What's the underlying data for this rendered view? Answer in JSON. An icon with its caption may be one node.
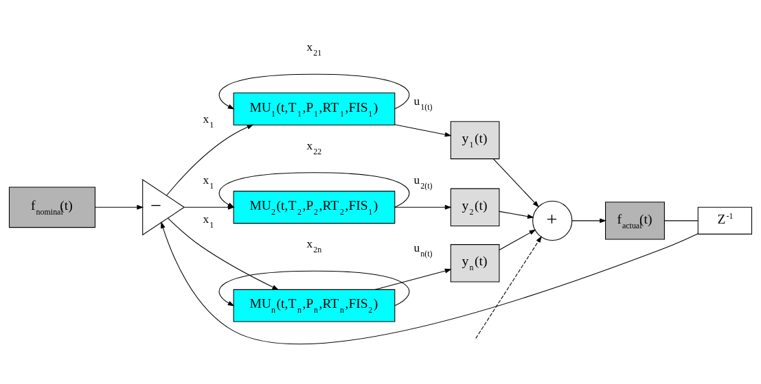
{
  "diagram": {
    "nodes": [
      {
        "text": [
          "f$_{nominal}$(t)"
        ]
      },
      {
        "text": [
          "−"
        ]
      },
      {
        "text": [
          "MU$_{1}$(t,T$_{1}$,P$_{1}$,RT$_{1}$,FIS$_{1}$)"
        ]
      },
      {
        "text": [
          "MU$_{2}$(t,T$_{2}$,P$_{2}$,RT$_{2}$,FIS$_{1}$)"
        ]
      },
      {
        "text": [
          "MU$_{n}$(t,T$_{n}$,P$_{n}$,RT$_{n}$,FIS$_{2}$)"
        ]
      },
      {
        "text": [
          "y$_{1}$(t)"
        ]
      },
      {
        "text": [
          "y$_{2}$(t)"
        ]
      },
      {
        "text": [
          "y$_{n}$(t)"
        ]
      },
      {
        "text": [
          "+"
        ]
      },
      {
        "text": [
          "f$_{actual}$(t)"
        ]
      },
      {
        "text": [
          "Z$^{-1}$"
        ]
      }
    ],
    "edges": [
      {
        "from": 0,
        "to": 1,
        "arrow": "to"
      },
      {
        "from": 1,
        "to": 2,
        "arrow": "to",
        "label": "x$_{1}$"
      },
      {
        "from": 2,
        "to": 2,
        "arrow": "to",
        "label": "x$_{21}$"
      },
      {
        "from": 1,
        "to": 3,
        "arrow": "to",
        "label": "x$_{1}$"
      },
      {
        "from": 3,
        "to": 3,
        "arrow": "to",
        "label": "x$_{22}$"
      },
      {
        "from": 1,
        "to": 4,
        "arrow": "to",
        "label": "x$_{1}$"
      },
      {
        "from": 4,
        "to": 4,
        "arrow": "to",
        "label": "x$_{2n}$"
      },
      {
        "from": 2,
        "to": 5,
        "arrow": "to",
        "label": "u$_{1(t)}$"
      },
      {
        "from": 3,
        "to": 6,
        "arrow": "to",
        "label": "u$_{2(t)}$"
      },
      {
        "from": 4,
        "to": 7,
        "arrow": "to",
        "label": "u$_{n(t)}$"
      },
      {
        "from": 5,
        "to": 8,
        "arrow": "to"
      },
      {
        "from": 6,
        "to": 8,
        "arrow": "to"
      },
      {
        "from": null,
        "to": 8,
        "arrow": "to",
        "style": "dashed"
      },
      {
        "from": 7,
        "to": 8,
        "arrow": "to"
      },
      {
        "from": 8,
        "to": 9,
        "arrow": "to"
      },
      {
        "from": 9,
        "to": 10,
        "arrow": "none"
      },
      {
        "from": 10,
        "to": 1,
        "arrow": "to"
      }
    ]
  }
}
